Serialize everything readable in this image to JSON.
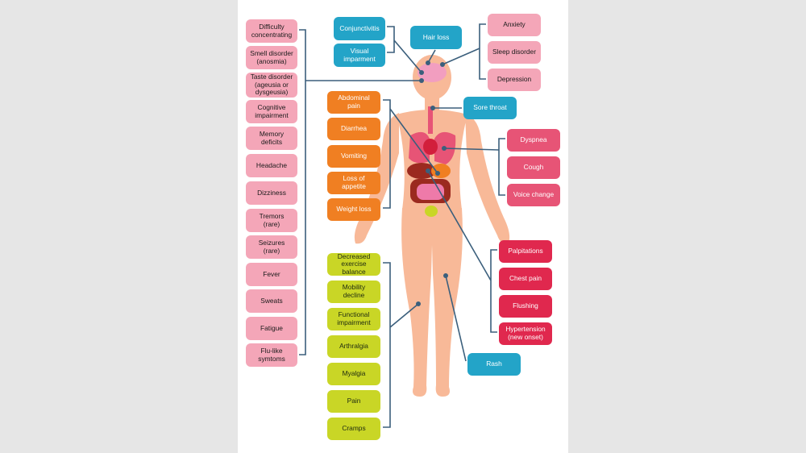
{
  "colors": {
    "pink": "#f4a6b8",
    "blue": "#23a4c8",
    "orange": "#f07f22",
    "coral": "#e75476",
    "red": "#e0284e",
    "lime": "#c9d626",
    "skin": "#f8b998",
    "connector": "#3b5f7c"
  },
  "groups": {
    "neuro_general": [
      "Difficulty\nconcentrating",
      "Smell disorder\n(anosmia)",
      "Taste disorder\n(ageusia or\ndysgeusia)",
      "Cognitive\nimpairment",
      "Memory deficits",
      "Headache",
      "Dizziness",
      "Tremors\n(rare)",
      "Seizures\n(rare)",
      "Fever",
      "Sweats",
      "Fatigue",
      "Flu-like\nsymtoms"
    ],
    "eyes": [
      "Conjunctivitis",
      "Visual\nimparment"
    ],
    "hair": [
      "Hair loss"
    ],
    "psych": [
      "Anxiety",
      "Sleep disorder",
      "Depression"
    ],
    "throat": [
      "Sore throat"
    ],
    "gastro": [
      "Abdominal\npain",
      "Diarrhea",
      "Vomiting",
      "Loss of appetite",
      "Weight loss"
    ],
    "respiratory": [
      "Dyspnea",
      "Cough",
      "Voice change"
    ],
    "cardio": [
      "Palpitations",
      "Chest pain",
      "Flushing",
      "Hypertension\n(new onset)"
    ],
    "musculo": [
      "Decreased\nexercise balance",
      "Mobility decline",
      "Functional\nimpairment",
      "Arthralgia",
      "Myalgia",
      "Pain",
      "Cramps"
    ],
    "skin": [
      "Rash"
    ]
  }
}
